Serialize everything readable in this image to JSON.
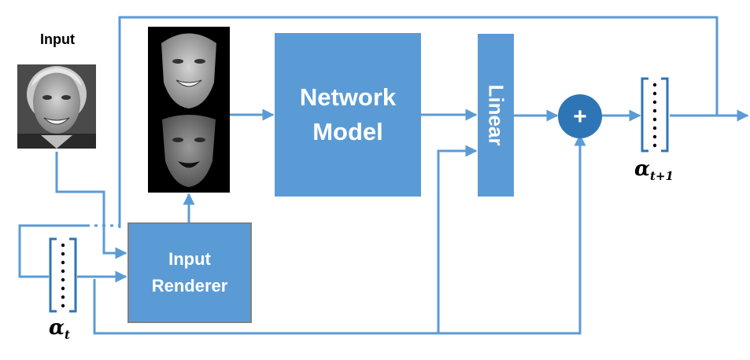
{
  "input_label": "Input",
  "network_model": {
    "line1": "Network",
    "line2": "Model"
  },
  "input_renderer": {
    "line1": "Input",
    "line2": "Renderer"
  },
  "linear_label": "Linear",
  "plus_symbol": "+",
  "alpha_t": {
    "symbol": "α",
    "subscript": "t"
  },
  "alpha_t1": {
    "symbol": "α",
    "subscript": "t+1"
  },
  "colors": {
    "accent": "#5b9bd5",
    "node": "#2e75b6",
    "border": "#808080"
  }
}
